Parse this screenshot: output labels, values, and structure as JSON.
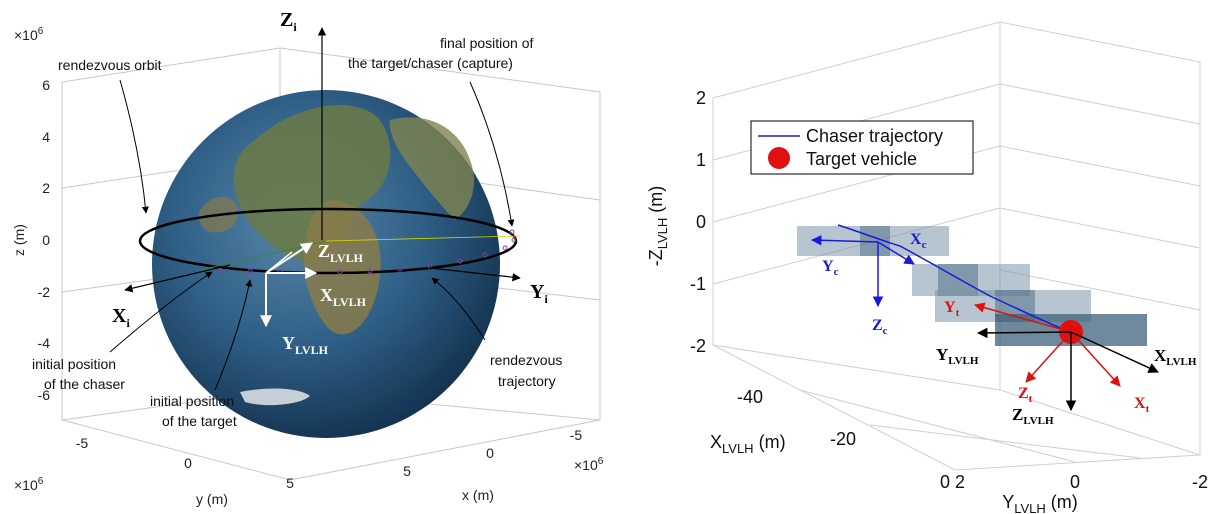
{
  "left": {
    "exponent_top": "×10",
    "exponent_top_sup": "6",
    "exponent_y": "×10",
    "exponent_y_sup": "6",
    "exponent_x": "×10",
    "exponent_x_sup": "6",
    "z_ticks": [
      "6",
      "4",
      "2",
      "0",
      "-2",
      "-4",
      "-6"
    ],
    "y_ticks": [
      "-5",
      "0",
      "5"
    ],
    "x_ticks": [
      "-5",
      "0",
      "5"
    ],
    "zlabel": "z (m)",
    "ylabel": "y (m)",
    "xlabel": "x (m)",
    "axis_Z": "Z",
    "axis_Z_sub": "i",
    "axis_X": "X",
    "axis_X_sub": "i",
    "axis_Y": "Y",
    "axis_Y_sub": "i",
    "lvlh_Z": "Z",
    "lvlh_Z_sub": "LVLH",
    "lvlh_X": "X",
    "lvlh_X_sub": "LVLH",
    "lvlh_Y": "Y",
    "lvlh_Y_sub": "LVLH",
    "ann_orbit": "rendezvous orbit",
    "ann_final_1": "final position of",
    "ann_final_2": "the target/chaser (capture)",
    "ann_chaser_1": "initial position",
    "ann_chaser_2": "of the chaser",
    "ann_target_1": "initial position",
    "ann_target_2": "of the target",
    "ann_traj_1": "rendezvous",
    "ann_traj_2": "trajectory"
  },
  "right": {
    "z_ticks": [
      "2",
      "1",
      "0",
      "-1",
      "-2"
    ],
    "x_ticks": [
      "-40",
      "-20",
      "0"
    ],
    "y_ticks": [
      "2",
      "0",
      "-2"
    ],
    "zlabel": "-Z",
    "zlabel_sub": "LVLH",
    "zlabel_unit": " (m)",
    "xlabel": "X",
    "xlabel_sub": "LVLH",
    "xlabel_unit": " (m)",
    "ylabel": "Y",
    "ylabel_sub": "LVLH",
    "ylabel_unit": " (m)",
    "legend": {
      "trajectory": "Chaser trajectory",
      "target": "Target vehicle"
    },
    "colors": {
      "chaser": "#1a1adc",
      "target": "#e01010",
      "frame": "#000000"
    },
    "chaser_X": "X",
    "chaser_X_sub": "c",
    "chaser_Y": "Y",
    "chaser_Y_sub": "c",
    "chaser_Z": "Z",
    "chaser_Z_sub": "c",
    "target_X": "X",
    "target_X_sub": "t",
    "target_Y": "Y",
    "target_Y_sub": "t",
    "target_Z": "Z",
    "target_Z_sub": "t",
    "lvlh_X": "X",
    "lvlh_X_sub": "LVLH",
    "lvlh_Y": "Y",
    "lvlh_Y_sub": "LVLH",
    "lvlh_Z": "Z",
    "lvlh_Z_sub": "LVLH"
  }
}
